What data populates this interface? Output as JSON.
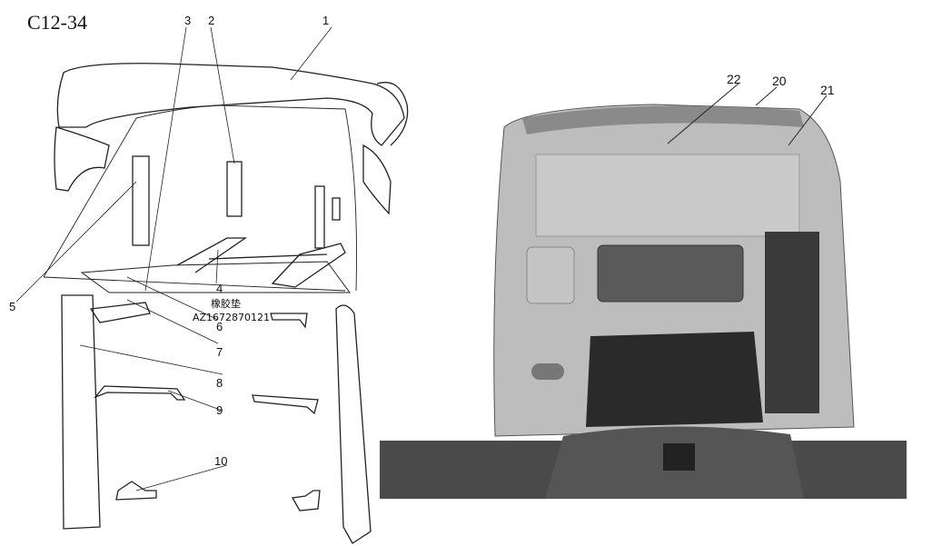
{
  "figure": {
    "code": "C12-34",
    "callouts_left": [
      "1",
      "2",
      "3",
      "4",
      "5",
      "6",
      "7",
      "8",
      "9",
      "10"
    ],
    "part_label_cn": "橡胶垫",
    "part_number": "AZ1672870121",
    "callouts_right": [
      "20",
      "21",
      "22"
    ]
  }
}
